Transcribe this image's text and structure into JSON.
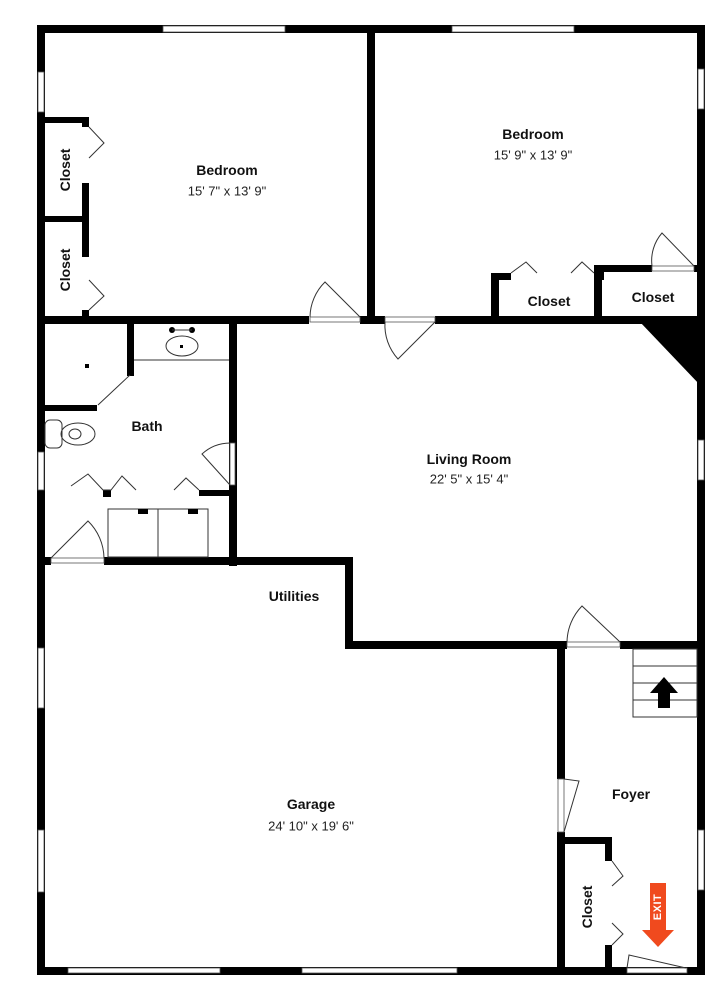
{
  "floorplan": {
    "rooms": [
      {
        "id": "bedroom-1",
        "name": "Bedroom",
        "dimensions": "15' 7\" x 13' 9\""
      },
      {
        "id": "bedroom-2",
        "name": "Bedroom",
        "dimensions": "15' 9\" x 13' 9\""
      },
      {
        "id": "living-room",
        "name": "Living Room",
        "dimensions": "22' 5\" x 15' 4\""
      },
      {
        "id": "garage",
        "name": "Garage",
        "dimensions": "24' 10\" x 19' 6\""
      },
      {
        "id": "bath",
        "name": "Bath"
      },
      {
        "id": "utilities",
        "name": "Utilities"
      },
      {
        "id": "foyer",
        "name": "Foyer"
      }
    ],
    "closets": [
      {
        "id": "closet-bed1-upper",
        "name": "Closet"
      },
      {
        "id": "closet-bed1-lower",
        "name": "Closet"
      },
      {
        "id": "closet-bed2-left",
        "name": "Closet"
      },
      {
        "id": "closet-bed2-right",
        "name": "Closet"
      },
      {
        "id": "closet-foyer",
        "name": "Closet"
      }
    ],
    "exit": {
      "label": "EXIT",
      "color": "#f04a1e"
    },
    "stairs": {
      "direction": "up"
    },
    "colors": {
      "wall": "#000000",
      "background": "#ffffff"
    }
  }
}
